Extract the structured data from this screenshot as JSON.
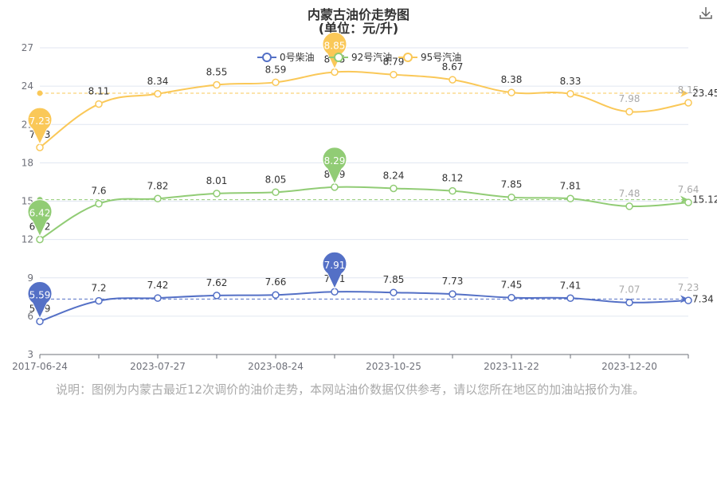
{
  "chart_data": {
    "type": "line",
    "title": "内蒙古油价走势图",
    "subtitle": "(单位：元/升)",
    "x": [
      "2017-06-24",
      "",
      "2023-07-27",
      "",
      "2023-08-24",
      "",
      "2023-10-25",
      "",
      "2023-11-22",
      "",
      "2023-12-20",
      ""
    ],
    "x_tick_labels": [
      "2017-06-24",
      "2023-07-27",
      "2023-08-24",
      "2023-10-25",
      "2023-11-22",
      "2023-12-20"
    ],
    "ylim": [
      3,
      27
    ],
    "y_ticks": [
      3,
      6,
      9,
      12,
      15,
      18,
      21,
      24,
      27
    ],
    "grid": true,
    "legend_position": "top",
    "series": [
      {
        "name": "0号柴油",
        "color": "#5470c6",
        "marker_fill": "#5470c6",
        "labels": [
          "5.59",
          "7.2",
          "7.42",
          "7.62",
          "7.66",
          "7.91",
          "7.85",
          "7.73",
          "7.45",
          "7.41",
          "7.07",
          "7.23"
        ],
        "values": [
          5.59,
          7.2,
          7.42,
          7.62,
          7.66,
          7.91,
          7.85,
          7.73,
          7.45,
          7.41,
          7.07,
          7.23
        ],
        "plot_y": [
          5.59,
          7.2,
          7.42,
          7.62,
          7.66,
          7.91,
          7.85,
          7.73,
          7.45,
          7.41,
          7.07,
          7.23
        ],
        "min_label": "5.59",
        "max_label": "7.91",
        "average": 7.34,
        "average_label": "7.34"
      },
      {
        "name": "92号汽油",
        "color": "#91cc75",
        "marker_fill": "#91cc75",
        "labels": [
          "6.42",
          "7.6",
          "7.82",
          "8.01",
          "8.05",
          "8.29",
          "8.24",
          "8.12",
          "7.85",
          "7.81",
          "7.48",
          "7.64"
        ],
        "values": [
          6.42,
          7.6,
          7.82,
          8.01,
          8.05,
          8.29,
          8.24,
          8.12,
          7.85,
          7.81,
          7.48,
          7.64
        ],
        "plot_y": [
          12.0,
          14.8,
          15.2,
          15.6,
          15.7,
          16.1,
          16.0,
          15.8,
          15.3,
          15.2,
          14.6,
          14.9
        ],
        "min_label": "6.42",
        "max_label": "8.29",
        "average": 15.12,
        "average_label": "15.12"
      },
      {
        "name": "95号汽油",
        "color": "#fac858",
        "marker_fill": "#fac858",
        "labels": [
          "7.23",
          "8.11",
          "8.34",
          "8.55",
          "8.59",
          "8.85",
          "8.79",
          "8.67",
          "8.38",
          "8.33",
          "7.98",
          "8.15"
        ],
        "values": [
          7.23,
          8.11,
          8.34,
          8.55,
          8.59,
          8.85,
          8.79,
          8.67,
          8.38,
          8.33,
          7.98,
          8.15
        ],
        "plot_y": [
          19.2,
          22.6,
          23.4,
          24.1,
          24.3,
          25.1,
          24.9,
          24.5,
          23.5,
          23.4,
          22.0,
          22.7
        ],
        "min_label": "7.23",
        "max_label": "8.85",
        "average": 23.45,
        "average_label": "23.45"
      }
    ]
  },
  "note": "说明：图例为内蒙古最近12次调价的油价走势，本网站油价数据仅供参考，请以您所在地区的加油站报价为准。",
  "colors": {
    "axis": "#6e7079",
    "grid": "#e0e6f1",
    "label": "#333333",
    "faded_label": "#aaaaaa"
  },
  "toolbar": {
    "download_icon": "download-icon"
  }
}
